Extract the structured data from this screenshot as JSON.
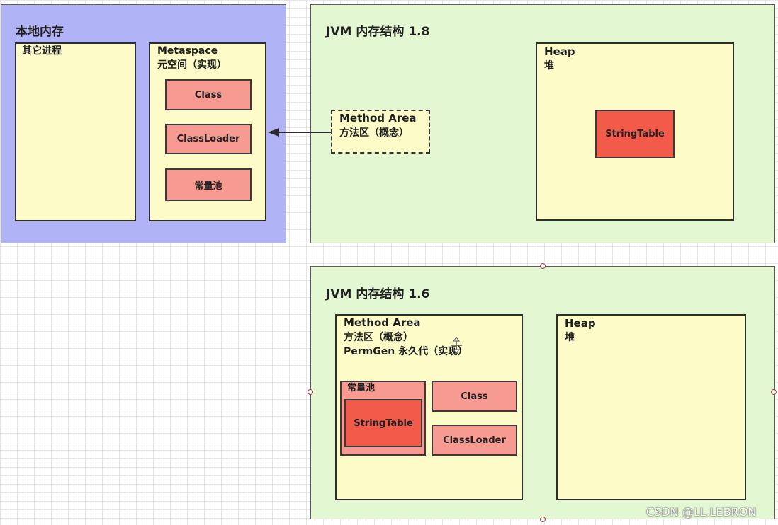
{
  "native_memory": {
    "title": "本地内存",
    "other_process": {
      "title": "其它进程"
    },
    "metaspace": {
      "title": "Metaspace",
      "subtitle": "元空间（实现）",
      "items": [
        "Class",
        "ClassLoader",
        "常量池"
      ]
    }
  },
  "jvm18": {
    "title": "JVM 内存结构 1.8",
    "method_area": {
      "title": "Method Area",
      "subtitle": "方法区（概念）"
    },
    "heap": {
      "title": "Heap",
      "subtitle": "堆",
      "string_table": "StringTable"
    }
  },
  "jvm16": {
    "title": "JVM 内存结构 1.6",
    "method_area": {
      "title": "Method Area",
      "subtitle": "方法区（概念）",
      "permgen": "PermGen 永久代（实现）",
      "constant_pool": {
        "title": "常量池",
        "string_table": "StringTable"
      },
      "class_label": "Class",
      "classloader_label": "ClassLoader"
    },
    "heap": {
      "title": "Heap",
      "subtitle": "堆"
    }
  },
  "watermark": "CSDN @LL.LEBRON"
}
